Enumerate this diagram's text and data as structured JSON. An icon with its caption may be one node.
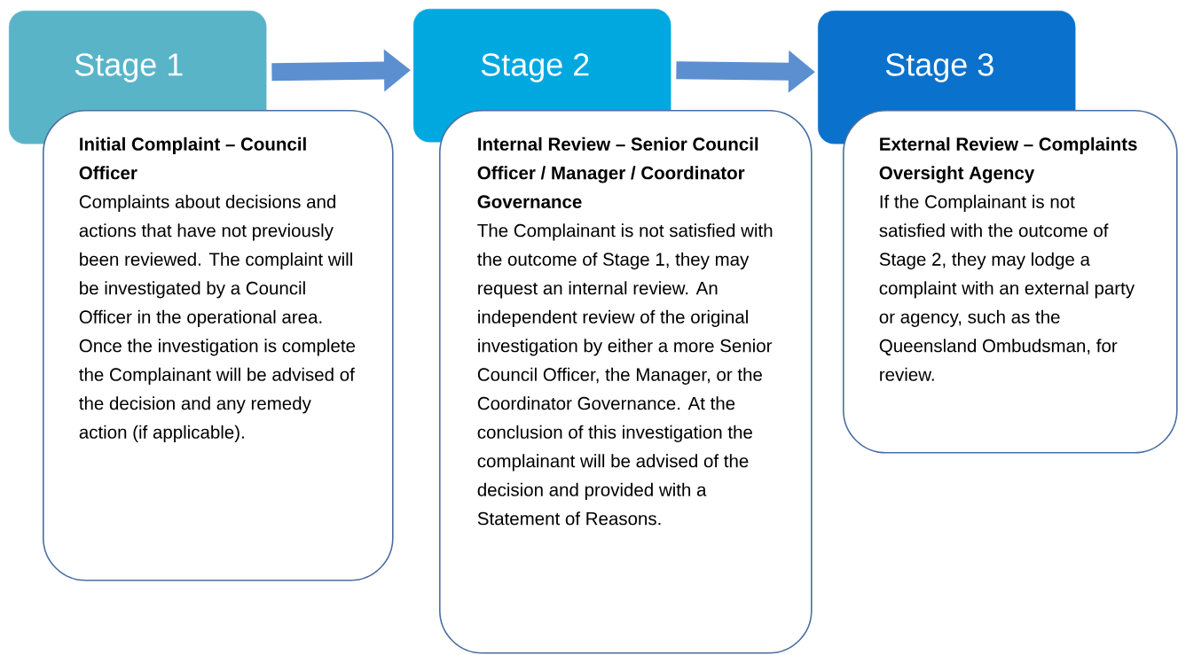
{
  "diagram": {
    "nodes": [
      {
        "text": [
          "Stage 1"
        ]
      },
      {
        "text": [
          "Initial Complaint – Council Officer",
          "Complaints about decisions and actions that have not previously been reviewed.  The complaint will be investigated by a Council Officer in the operational area.  Once the investigation is complete the Complainant will be advised of the decision and any remedy action (if applicable)."
        ]
      },
      {
        "text": [
          "Stage 2"
        ]
      },
      {
        "text": [
          "Internal Review – Senior Council Officer / Manager / Coordinator Governance",
          "The Complainant is not satisfied with the outcome of Stage 1, they may request an internal review.  An independent review of the original investigation by either a more Senior Council Officer, the Manager, or the Coordinator Governance. At the conclusion of this investigation the complainant will be advised of the decision and provided with a Statement of Reasons."
        ]
      },
      {
        "text": [
          "Stage 3"
        ]
      },
      {
        "text": [
          "External Review – Complaints Oversight Agency",
          "If the Complainant is not satisfied with the outcome of Stage 2, they may lodge a complaint with an external party or agency, such as the Queensland Ombudsman, for review."
        ]
      }
    ],
    "edges": [
      {
        "from": 0,
        "to": 2,
        "arrow": "to"
      },
      {
        "from": 2,
        "to": 4,
        "arrow": "to"
      }
    ]
  }
}
